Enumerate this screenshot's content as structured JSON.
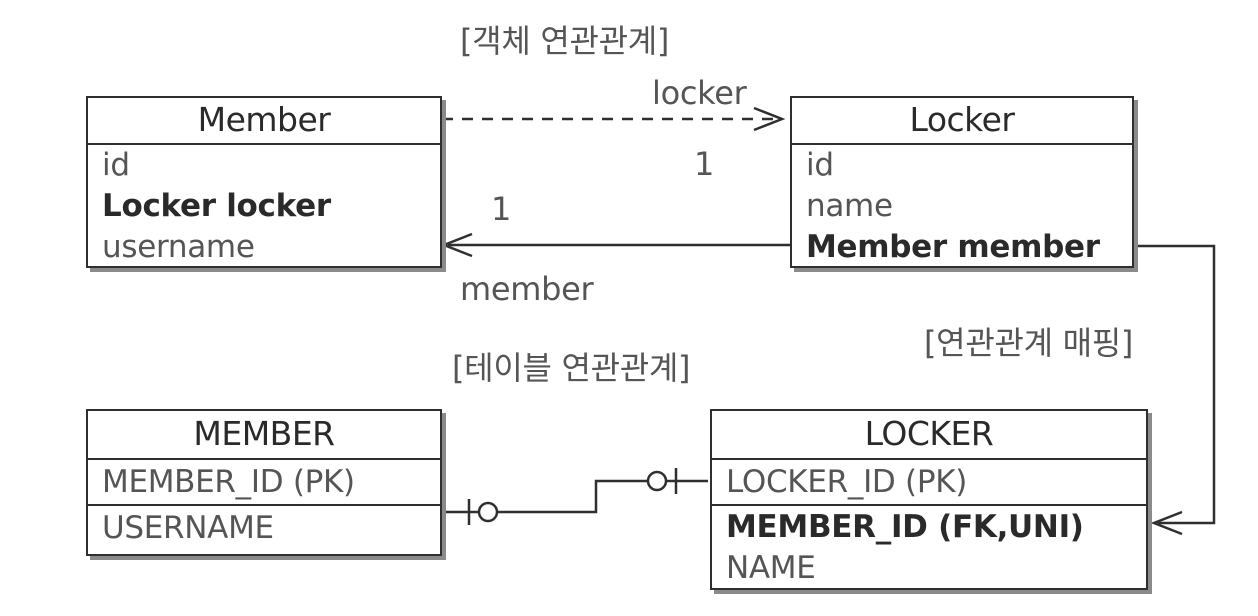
{
  "titles": {
    "object_relation": "[객체 연관관계]",
    "table_relation": "[테이블 연관관계]",
    "mapping": "[연관관계 매핑]"
  },
  "member_entity": {
    "header": "Member",
    "fields": [
      "id",
      "Locker locker",
      "username"
    ]
  },
  "locker_entity": {
    "header": "Locker",
    "fields": [
      "id",
      "name",
      "Member member"
    ]
  },
  "member_table": {
    "header": "MEMBER",
    "columns": [
      "MEMBER_ID (PK)",
      "USERNAME"
    ]
  },
  "locker_table": {
    "header": "LOCKER",
    "columns": [
      "LOCKER_ID (PK)",
      "MEMBER_ID (FK,UNI)",
      "NAME"
    ]
  },
  "relations": {
    "locker_label": "locker",
    "member_label": "member",
    "multiplicity_locker_side": "1",
    "multiplicity_member_side": "1"
  },
  "colors": {
    "line": "#2f2f2f",
    "shadow": "#8a8a8a",
    "text": "#555555"
  }
}
